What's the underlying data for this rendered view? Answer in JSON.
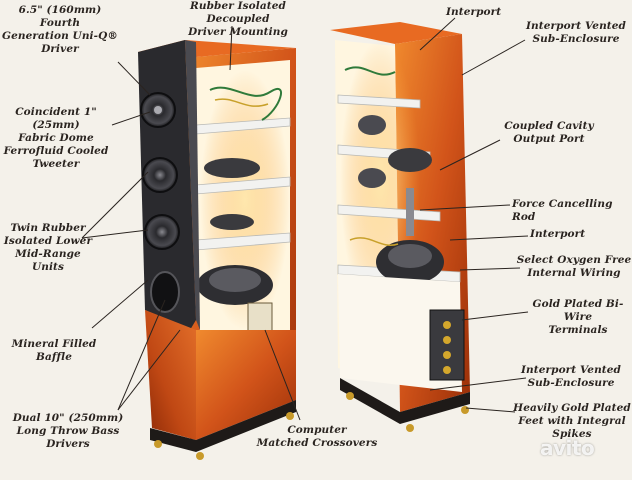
{
  "labels": {
    "driver": "6.5\" (160mm) Fourth\nGeneration Uni-Q®\nDriver",
    "tweeter": "Coincident 1\" (25mm)\nFabric Dome\nFerrofluid Cooled\nTweeter",
    "midrange": "Twin Rubber\nIsolated Lower\nMid-Range Units",
    "baffle": "Mineral Filled\nBaffle",
    "bass": "Dual 10\" (250mm)\nLong Throw Bass\nDrivers",
    "crossovers": "Computer\nMatched Crossovers",
    "mounting": "Rubber Isolated Decoupled\nDriver Mounting",
    "interport_top": "Interport",
    "interport_vented_top": "Interport Vented\nSub-Enclosure",
    "coupled_cavity": "Coupled Cavity\nOutput Port",
    "force_cancelling": "Force Cancelling Rod",
    "interport_mid": "Interport",
    "oxygen_free": "Select Oxygen Free\nInternal Wiring",
    "gold_terminals": "Gold Plated Bi-Wire\nTerminals",
    "interport_vented_bottom": "Interport Vented\nSub-Enclosure",
    "gold_feet": "Heavily Gold Plated\nFeet with Integral\nSpikes"
  },
  "watermark": "avito",
  "colors": {
    "veneer": "#d2541a",
    "veneer_dark": "#9a2f08",
    "veneer_light": "#f08a2e",
    "baffle": "#2a2a2e",
    "shelf": "#f2f2f0",
    "background": "#f4f1ea"
  }
}
